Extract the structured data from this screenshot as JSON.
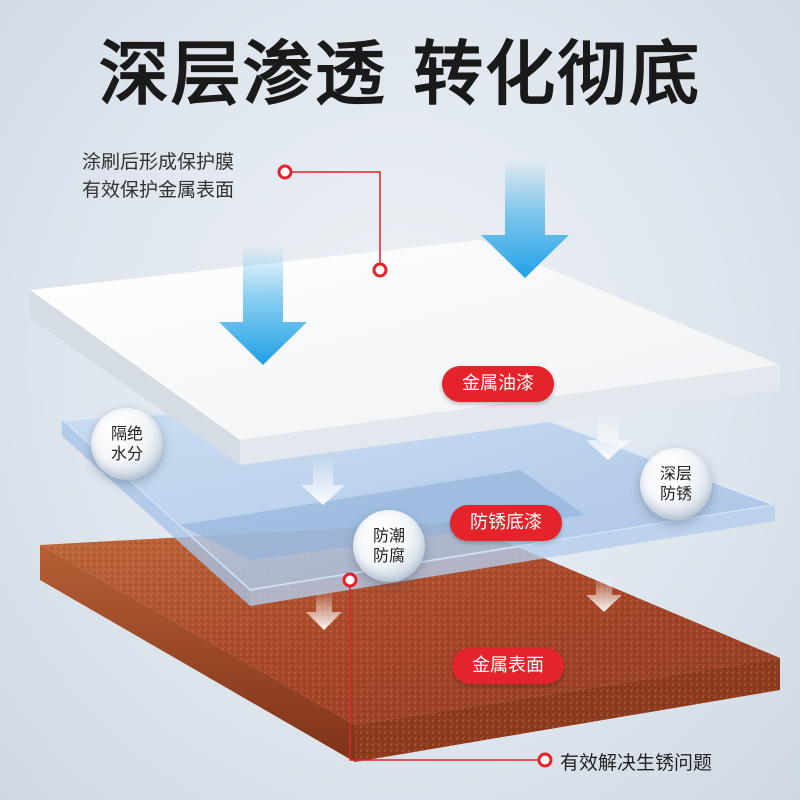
{
  "title": "深层渗透 转化彻底",
  "callout_top": {
    "line1": "涂刷后形成保护膜",
    "line2": "有效保护金属表面"
  },
  "callout_bottom": "有效解决生锈问题",
  "labels": {
    "top_layer": "金属油漆",
    "middle_layer": "防锈底漆",
    "bottom_layer": "金属表面"
  },
  "bubbles": {
    "left": [
      "隔绝",
      "水分"
    ],
    "center": [
      "防潮",
      "防腐"
    ],
    "right": [
      "深层",
      "防锈"
    ]
  },
  "colors": {
    "accent_red": "#e4232b",
    "arrow_blue": "#2aa8e8",
    "rust": "#b5532f"
  }
}
